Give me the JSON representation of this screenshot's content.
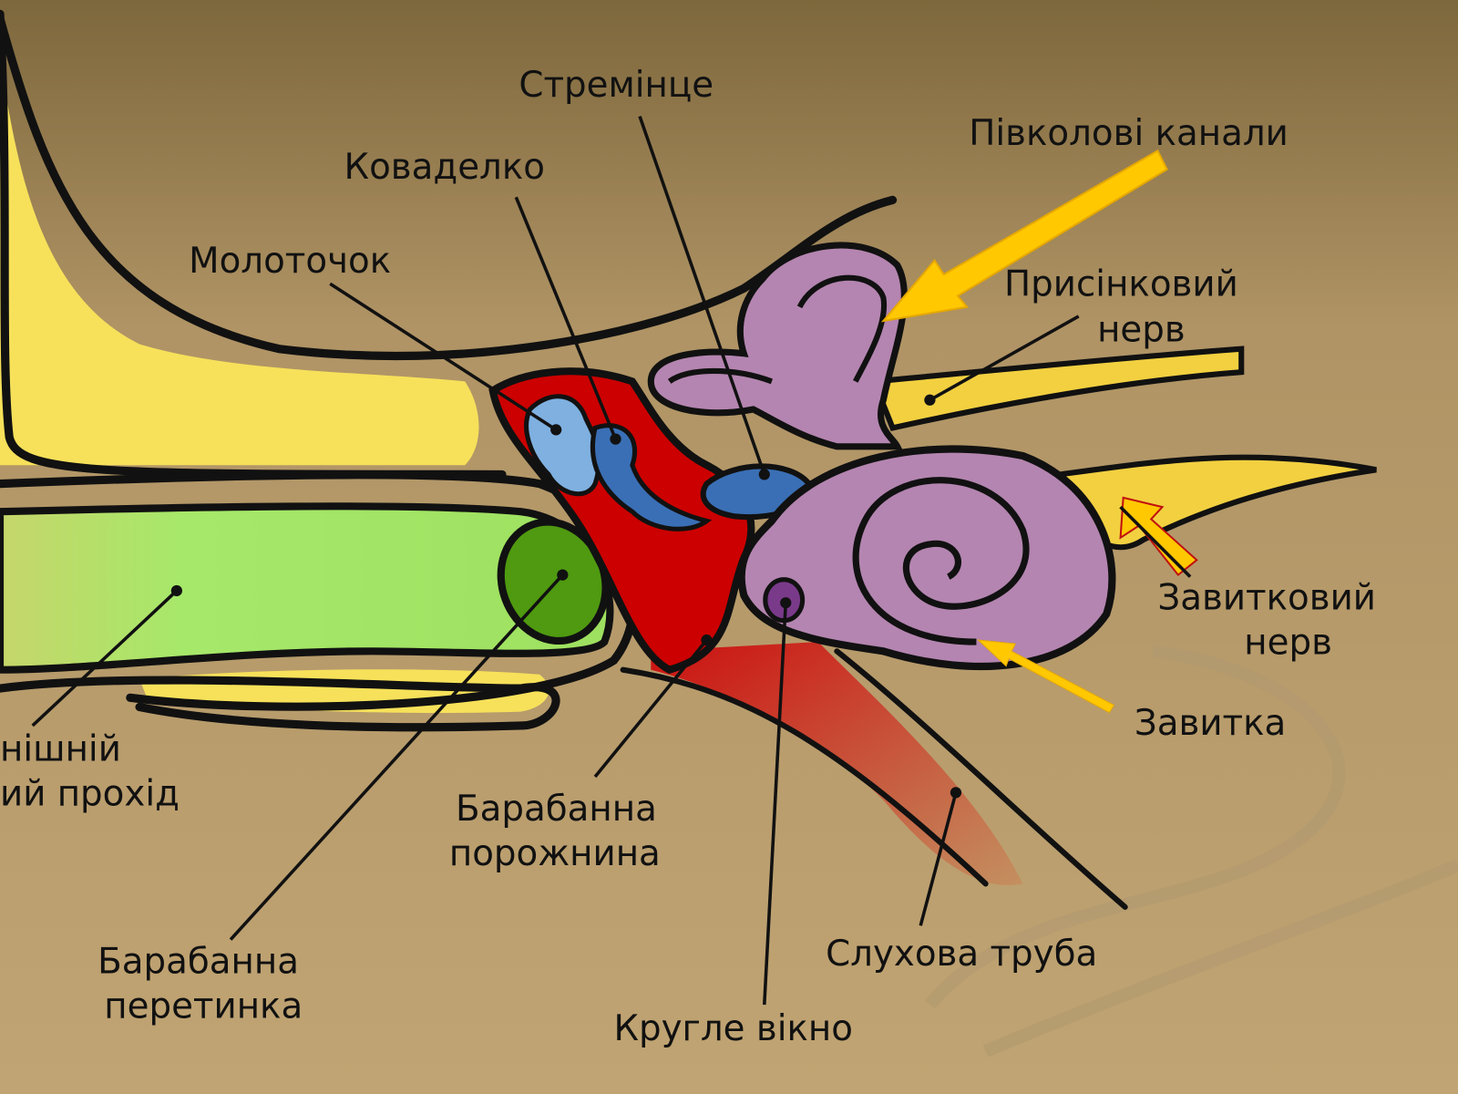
{
  "labels": {
    "stapes": "Стремінце",
    "semicircular_canals": "Півколові канали",
    "incus": "Коваделко",
    "malleus": "Молоточок",
    "vestibular_nerve_1": "Присінковий",
    "vestibular_nerve_2": "нерв",
    "cochlear_nerve_1": "Завитковий",
    "cochlear_nerve_2": "нерв",
    "cochlea": "Завитка",
    "ear_canal_1": "нішній",
    "ear_canal_2": "ий прохід",
    "tympanic_cavity_1": "Барабанна",
    "tympanic_cavity_2": "порожнина",
    "eardrum_1": "Барабанна",
    "eardrum_2": "перетинка",
    "eustachian_tube": "Слухова труба",
    "round_window": "Кругле вікно"
  },
  "colors": {
    "background": "#c0a473",
    "background_top": "#7d673c",
    "bone_yellow": "#f7e15a",
    "canal_green": "#a6e86a",
    "eardrum_green": "#4f9a10",
    "cavity_red": "#cc0000",
    "malleus_blue": "#7fb0e0",
    "incus_blue": "#3a6fb5",
    "inner_ear_purple": "#b485b0",
    "arrow_yellow": "#ffc800"
  }
}
